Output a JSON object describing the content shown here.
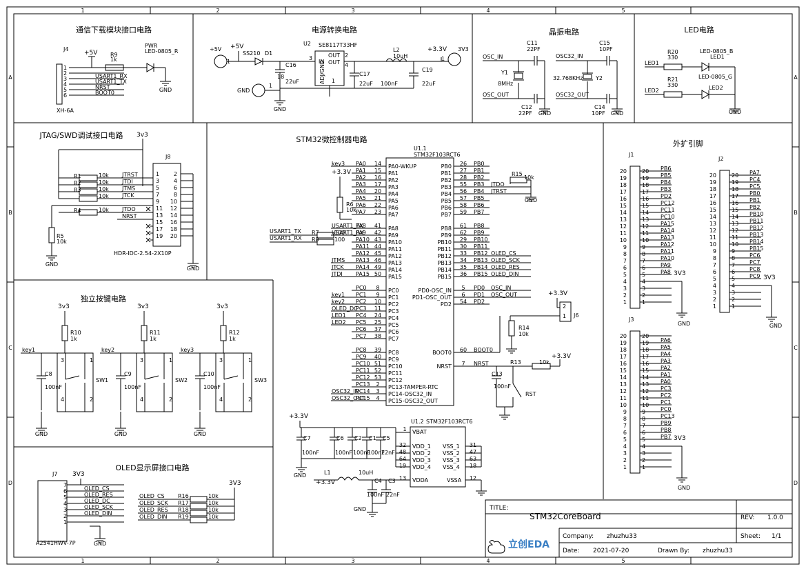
{
  "grid": {
    "columns": [
      "1",
      "2",
      "3",
      "4",
      "5"
    ],
    "rows": [
      "A",
      "B",
      "C",
      "D"
    ]
  },
  "sections": {
    "comm": "通信下载模块接口电路",
    "power": "电源转换电路",
    "crystal": "晶振电路",
    "led": "LED电路",
    "jtag": "JTAG/SWD调试接口电路",
    "mcu": "STM32微控制器电路",
    "ext": "外扩引脚",
    "keys": "独立按键电路",
    "oled": "OLED显示屏接口电路"
  },
  "comm": {
    "ref": "J4",
    "part": "XH-6A",
    "pins": [
      "1",
      "2",
      "3",
      "4",
      "5",
      "6"
    ],
    "nets": [
      "USART1_RX",
      "USART1_TX",
      "NRST",
      "BOOT0"
    ],
    "vcc": "+5V",
    "r_ref": "R9",
    "r_val": "1k",
    "led_ref": "PWR",
    "led_part": "LED-0805_R",
    "gnd": "GND"
  },
  "power": {
    "vin": "+5V",
    "vin_pin": "1",
    "vcc": "+5V",
    "diode_ref": "D1",
    "diode_part": "SS210",
    "u_ref": "U2",
    "u_part": "SE8117T33HF",
    "u_in": "IN",
    "u_out1": "OUT",
    "u_out2": "OUT",
    "u_adj": "ADJ/GND",
    "u_pin3": "3",
    "u_pin2": "2",
    "u_pin4": "4",
    "u_pin1": "1",
    "c16": "C16",
    "c16v": "22uF",
    "c17": "C17",
    "c17v": "22uF",
    "c17b": "100nF",
    "l2": "L2",
    "l2v": "10uH",
    "c19": "C19",
    "c19v": "22uF",
    "vout": "+3.3V",
    "vout_label": "3V3",
    "vout_pin": "1",
    "gnd_label": "GND",
    "gnd_pin": "1",
    "gnd": "GND",
    "c18": "18"
  },
  "crystal": {
    "osc_in": "OSC_IN",
    "osc_out": "OSC_OUT",
    "c11": "C11",
    "c11v": "22PF",
    "c12": "C12",
    "c12v": "22PF",
    "y1": "Y1",
    "y1v": "8MHz",
    "osc32_in": "OSC32_IN",
    "osc32_out": "OSC32_OUT",
    "c15": "C15",
    "c15v": "10PF",
    "c14": "C14",
    "c14v": "10PF",
    "y2": "Y2",
    "y2v": "32.768KHz",
    "gnd": "GND"
  },
  "led": {
    "led1_net": "LED1",
    "led2_net": "LED2",
    "r20": "R20",
    "r20v": "330",
    "r21": "R21",
    "r21v": "330",
    "d1": "LED1",
    "d1p": "LED-0805_B",
    "d2": "LED2",
    "d2p": "LED-0805_G",
    "gnd": "GND"
  },
  "jtag": {
    "vcc": "3v3",
    "ref": "J8",
    "part": "HDR-IDC-2.54-2X10P",
    "r1": "R1",
    "r2": "R2",
    "r3": "R3",
    "r4": "R4",
    "r5": "R5",
    "rv": "10k",
    "nets": [
      "JTRST",
      "JTDI",
      "JTMS",
      "JTCK",
      "JTDO",
      "NRST"
    ],
    "left_pins": [
      "1",
      "3",
      "5",
      "7",
      "9",
      "11",
      "13",
      "15",
      "17",
      "19"
    ],
    "right_pins": [
      "2",
      "4",
      "6",
      "8",
      "10",
      "12",
      "14",
      "16",
      "18",
      "20"
    ],
    "gnd": "GND"
  },
  "mcu": {
    "ref": "U1.1",
    "part": "STM32F103RCT6",
    "vcc": "+3.3V",
    "key3": "key3",
    "r6": "R6",
    "r6v": "10k",
    "left_pins": [
      {
        "net": "PA0",
        "num": "14",
        "name": "PA0-WKUP"
      },
      {
        "net": "PA1",
        "num": "15",
        "name": "PA1"
      },
      {
        "net": "PA2",
        "num": "16",
        "name": "PA2"
      },
      {
        "net": "PA3",
        "num": "17",
        "name": "PA3"
      },
      {
        "net": "PA4",
        "num": "20",
        "name": "PA4"
      },
      {
        "net": "PA5",
        "num": "21",
        "name": "PA5"
      },
      {
        "net": "PA6",
        "num": "22",
        "name": "PA6"
      },
      {
        "net": "PA7",
        "num": "23",
        "name": "PA7"
      },
      {
        "net": "PA8",
        "num": "41",
        "name": "PA8"
      },
      {
        "net": "PA9",
        "num": "42",
        "name": "PA9"
      },
      {
        "net": "PA10",
        "num": "43",
        "name": "PA10"
      },
      {
        "net": "PA11",
        "num": "44",
        "name": "PA11"
      },
      {
        "net": "PA12",
        "num": "45",
        "name": "PA12"
      },
      {
        "net": "PA13",
        "num": "46",
        "name": "PA13"
      },
      {
        "net": "PA14",
        "num": "49",
        "name": "PA14"
      },
      {
        "net": "PA15",
        "num": "50",
        "name": "PA15"
      },
      {
        "net": "PC0",
        "num": "8",
        "name": "PC0"
      },
      {
        "net": "PC1",
        "num": "9",
        "name": "PC1"
      },
      {
        "net": "PC2",
        "num": "10",
        "name": "PC2"
      },
      {
        "net": "PC3",
        "num": "11",
        "name": "PC3"
      },
      {
        "net": "PC4",
        "num": "24",
        "name": "PC4"
      },
      {
        "net": "PC5",
        "num": "25",
        "name": "PC5"
      },
      {
        "net": "PC6",
        "num": "37",
        "name": "PC6"
      },
      {
        "net": "PC7",
        "num": "38",
        "name": "PC7"
      },
      {
        "net": "PC8",
        "num": "39",
        "name": "PC8"
      },
      {
        "net": "PC9",
        "num": "40",
        "name": "PC9"
      },
      {
        "net": "PC10",
        "num": "51",
        "name": "PC10"
      },
      {
        "net": "PC11",
        "num": "52",
        "name": "PC11"
      },
      {
        "net": "PC12",
        "num": "53",
        "name": "PC12"
      },
      {
        "net": "PC13",
        "num": "2",
        "name": "PC13-TAMPER-RTC"
      },
      {
        "net": "PC14",
        "num": "3",
        "name": "PC14-OSC32_IN"
      },
      {
        "net": "PC15",
        "num": "4",
        "name": "PC15-OSC32_OUT"
      }
    ],
    "right_pins": [
      {
        "name": "PB0",
        "num": "26",
        "net": "PB0"
      },
      {
        "name": "PB1",
        "num": "27",
        "net": "PB1"
      },
      {
        "name": "PB2",
        "num": "28",
        "net": "PB2"
      },
      {
        "name": "PB3",
        "num": "55",
        "net": "PB3"
      },
      {
        "name": "PB4",
        "num": "56",
        "net": "PB4"
      },
      {
        "name": "PB5",
        "num": "57",
        "net": "PB5"
      },
      {
        "name": "PB6",
        "num": "58",
        "net": "PB6"
      },
      {
        "name": "PB7",
        "num": "59",
        "net": "PB7"
      },
      {
        "name": "PB8",
        "num": "61",
        "net": "PB8"
      },
      {
        "name": "PB9",
        "num": "62",
        "net": "PB9"
      },
      {
        "name": "PB10",
        "num": "29",
        "net": "PB10"
      },
      {
        "name": "PB11",
        "num": "30",
        "net": "PB11"
      },
      {
        "name": "PB12",
        "num": "33",
        "net": "PB12"
      },
      {
        "name": "PB13",
        "num": "34",
        "net": "PB13"
      },
      {
        "name": "PB14",
        "num": "35",
        "net": "PB14"
      },
      {
        "name": "PB15",
        "num": "36",
        "net": "PB15"
      },
      {
        "name": "PD0-OSC_IN",
        "num": "5",
        "net": "PD0"
      },
      {
        "name": "PD1-OSC_OUT",
        "num": "6",
        "net": "PD1"
      },
      {
        "name": "PD2",
        "num": "54",
        "net": "PD2"
      },
      {
        "name": "BOOT0",
        "num": "60",
        "net": "BOOT0"
      },
      {
        "name": "NRST",
        "num": "7",
        "net": "NRST"
      }
    ],
    "left_ext": [
      "key3",
      "",
      "",
      "",
      "",
      "",
      "",
      "",
      "USART1_TX",
      "USART1_RX",
      "",
      "",
      "",
      "JTMS",
      "JTCK",
      "JTDI",
      "",
      "key1",
      "key2",
      "OLED_DC",
      "LED1",
      "LED2",
      "",
      "",
      "",
      "",
      "",
      "",
      "",
      "",
      "OSC32_IN",
      "OSC32_OUT"
    ],
    "right_ext": [
      "",
      "",
      "",
      "JTDO",
      "JTRST",
      "",
      "",
      "",
      "",
      "",
      "",
      "",
      "OLED_CS",
      "OLED_SCK",
      "OLED_RES",
      "OLED_DIN",
      "OSC_IN",
      "OSC_OUT",
      "",
      "",
      ""
    ],
    "r7": "R7",
    "r8": "R8",
    "r7v": "100",
    "r8v": "100",
    "r15": "R15",
    "r15v": "10k",
    "j6": "J6",
    "j6p1": "1",
    "j6p2": "2",
    "vcc2": "+3.3V",
    "r14": "R14",
    "r14v": "10k",
    "r13": "R13",
    "r13v": "10k",
    "vcc3": "+3.3V",
    "c13": "C13",
    "c13v": "100nF",
    "rst": "RST",
    "u12_ref": "U1.2",
    "u12_part": "STM32F103RCT6",
    "vbat": "VBAT",
    "vbat_num": "1",
    "vdd": [
      "VDD_1",
      "VDD_2",
      "VDD_3",
      "VDD_4"
    ],
    "vdd_num": [
      "32",
      "48",
      "64",
      "19"
    ],
    "vss": [
      "VSS_1",
      "VSS_2",
      "VSS_3",
      "VSS_4"
    ],
    "vss_num": [
      "31",
      "47",
      "63",
      "18"
    ],
    "vdda": "VDDA",
    "vdda_num": "13",
    "vssa": "VSSA",
    "vssa_num": "12",
    "caps": [
      "C7",
      "C6",
      "C2",
      "C1",
      "C5"
    ],
    "capv": [
      "100nF",
      "100nF",
      "100nF",
      "100nF",
      "22nF"
    ],
    "c4": "C4",
    "c3": "C3",
    "c4v": "100nF",
    "c3v": "22nF",
    "l1": "L1",
    "l1v": "10uH",
    "pwr": "+3.3V",
    "pwr2": "+3.3V",
    "gnd": "GND"
  },
  "ext": {
    "j1": "J1",
    "j2": "J2",
    "j3": "J3",
    "j1_pins": [
      "20",
      "19",
      "18",
      "17",
      "16",
      "15",
      "14",
      "13",
      "12",
      "11",
      "10",
      "9",
      "8",
      "7",
      "6",
      "5",
      "4",
      "3",
      "2",
      "1"
    ],
    "j1_nets": [
      "PB6",
      "PB5",
      "PB4",
      "PB3",
      "PD2",
      "PC12",
      "PC11",
      "PC10",
      "PA15",
      "PA14",
      "PA13",
      "PA12",
      "PA11",
      "PA10",
      "PA9",
      "PA8",
      "",
      "",
      "",
      ""
    ],
    "j1_vcc": "3V3",
    "j2_nets": [
      "PA7",
      "PC4",
      "PC5",
      "PB0",
      "PB1",
      "PB2",
      "PB10",
      "PB11",
      "PB12",
      "PB13",
      "PB14",
      "PB15",
      "PC6",
      "PC7",
      "PC8",
      "PC9",
      "",
      "",
      "",
      ""
    ],
    "j2_vcc": "3V3",
    "j3_nets": [
      "",
      "PA6",
      "PA5",
      "PA4",
      "PA3",
      "PA2",
      "PA1",
      "PA0",
      "PC3",
      "PC2",
      "PC1",
      "PC0",
      "PC13",
      "PB9",
      "PB8",
      "PB7",
      "",
      "",
      "",
      ""
    ],
    "j3_vcc": "3V3",
    "gnd": "GND"
  },
  "keys": {
    "vcc": "3v3",
    "items": [
      {
        "net": "key1",
        "r": "R10",
        "c": "C8",
        "sw": "SW1"
      },
      {
        "net": "key2",
        "r": "R11",
        "c": "C9",
        "sw": "SW2"
      },
      {
        "net": "key3",
        "r": "R12",
        "c": "C10",
        "sw": "SW3"
      }
    ],
    "rv": "1k",
    "cv": "100nF",
    "gnd": "GND",
    "p1": "1",
    "p2": "2",
    "p3": "3",
    "p4": "4"
  },
  "oled": {
    "ref": "J7",
    "part": "A2541HWV-7P",
    "vcc": "3V3",
    "vcc2": "3V3",
    "pins": [
      "7",
      "6",
      "5",
      "4",
      "3",
      "2",
      "1"
    ],
    "nets": [
      "OLED_CS",
      "OLED_RES",
      "OLED_DC",
      "OLED_SCK",
      "OLED_DIN"
    ],
    "res": [
      {
        "net": "OLED_CS",
        "r": "R16"
      },
      {
        "net": "OLED_SCK",
        "r": "R17"
      },
      {
        "net": "OLED_RES",
        "r": "R18"
      },
      {
        "net": "OLED_DIN",
        "r": "R19"
      }
    ],
    "rv": "10k",
    "gnd": "GND"
  },
  "title_block": {
    "title_label": "TITLE:",
    "title": "STM32CoreBoard",
    "rev_label": "REV:",
    "rev": "1.0.0",
    "company_label": "Company:",
    "company": "zhuzhu33",
    "sheet_label": "Sheet:",
    "sheet": "1/1",
    "date_label": "Date:",
    "date": "2021-07-20",
    "drawn_label": "Drawn By:",
    "drawn": "zhuzhu33",
    "logo": "立创EDA"
  }
}
